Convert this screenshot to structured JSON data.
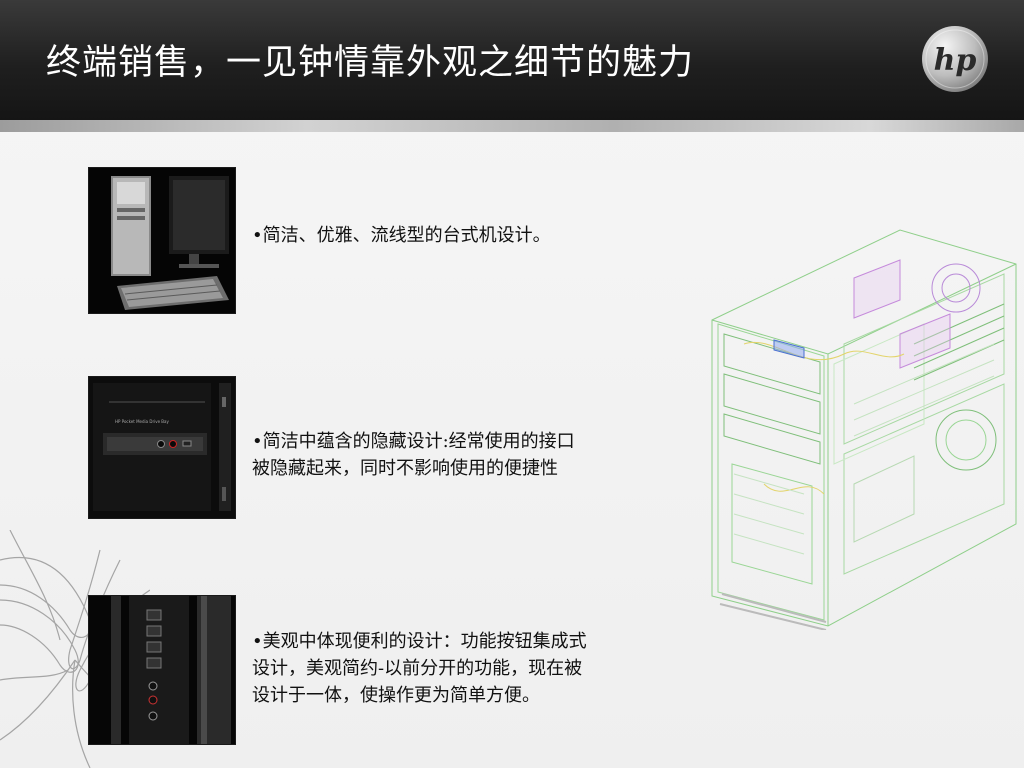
{
  "slide": {
    "title": "终端销售，一见钟情靠外观之细节的魅力",
    "logo_text": "hp",
    "features": [
      {
        "lines": [
          "•简洁、优雅、流线型的台式机设计。"
        ]
      },
      {
        "lines": [
          "•简洁中蕴含的隐藏设计:经常使用的接口",
          "被隐藏起来，同时不影响使用的便捷性"
        ]
      },
      {
        "lines": [
          "•美观中体现便利的设计：功能按钮集成式",
          "设计，美观简约-以前分开的功能，现在被",
          "设计于一体，使操作更为简单方便。"
        ]
      }
    ],
    "drive_bay_label": "HP Pocket Media Drive Bay"
  },
  "colors": {
    "header": "#1f1f1f",
    "accent_green": "#6fbf6a",
    "accent_magenta": "#c58adb",
    "background": "#f4f4f4"
  },
  "icons": [
    "hp-logo-icon",
    "decorative-flower-icon"
  ]
}
